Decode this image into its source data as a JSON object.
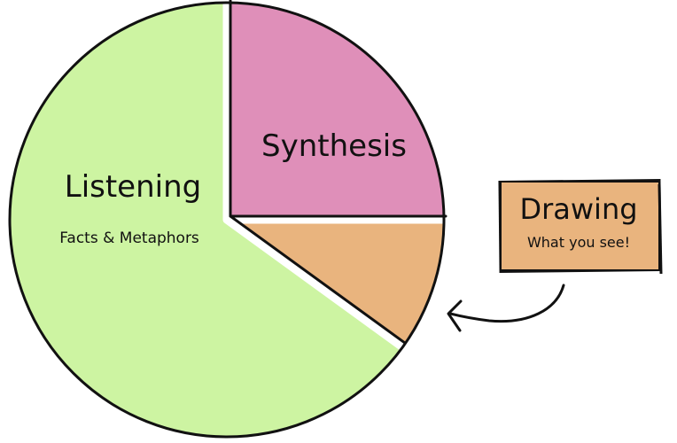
{
  "chart_data": {
    "type": "pie",
    "title": "",
    "slices": [
      {
        "label": "Listening",
        "sublabel": "Facts & Metaphors",
        "value": 65,
        "color": "#cdf4a2"
      },
      {
        "label": "Synthesis",
        "sublabel": "",
        "value": 25,
        "color": "#df8fb9"
      },
      {
        "label": "Drawing",
        "sublabel": "What you see!",
        "value": 10,
        "color": "#e9b47e"
      }
    ],
    "annotation": {
      "title": "Drawing",
      "subtitle": "What you see!",
      "color": "#e9b47e"
    }
  }
}
